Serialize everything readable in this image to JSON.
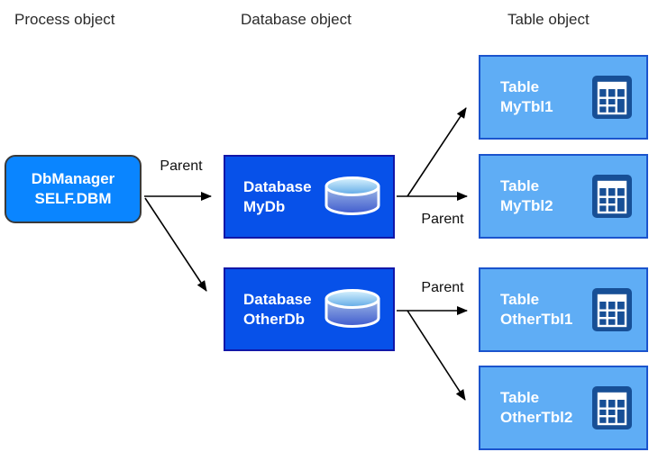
{
  "diagram": {
    "column_headers": [
      {
        "label": "Process object"
      },
      {
        "label": "Database object"
      },
      {
        "label": "Table object"
      }
    ],
    "nodes": {
      "dbmanager": {
        "line1": "DbManager",
        "line2": "SELF.DBM"
      },
      "database_mydb": {
        "line1": "Database",
        "line2": "MyDb"
      },
      "database_otherdb": {
        "line1": "Database",
        "line2": "OtherDb"
      },
      "table_mytbl1": {
        "line1": "Table",
        "line2": "MyTbl1"
      },
      "table_mytbl2": {
        "line1": "Table",
        "line2": "MyTbl2"
      },
      "table_othertbl1": {
        "line1": "Table",
        "line2": "OtherTbl1"
      },
      "table_othertbl2": {
        "line1": "Table",
        "line2": "OtherTbl2"
      }
    },
    "edge_labels": {
      "dbmanager_to_mydb": "Parent",
      "mydb_to_mytbl2": "Parent",
      "otherdb_to_othertbl1": "Parent"
    },
    "icons": {
      "database_icon": "database-cylinder",
      "table_icon": "table-grid"
    },
    "colors": {
      "background": "#ffffff",
      "process_fill": "#0a85ff",
      "process_border": "#3a3a3a",
      "database_fill": "#0751e9",
      "database_border": "#1217a8",
      "table_fill": "#5fadf5",
      "table_border": "#1b54cd",
      "table_icon_fill": "#174f96",
      "arrow": "#000000",
      "header_text": "#2b2b2b",
      "node_text": "#ffffff"
    }
  }
}
